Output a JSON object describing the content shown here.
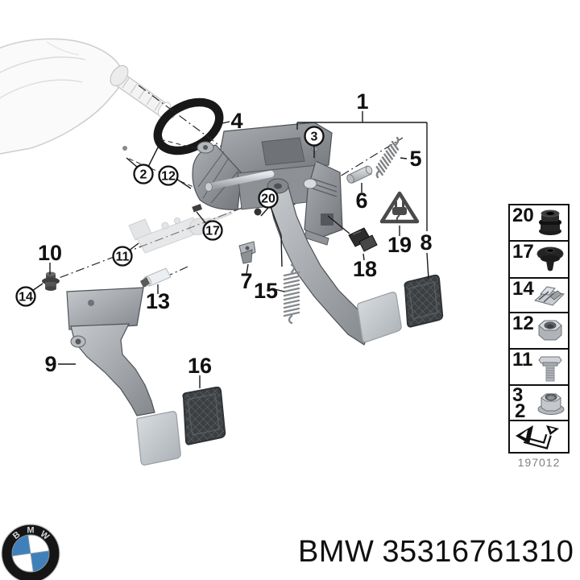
{
  "callouts": {
    "n1": "1",
    "n2": "2",
    "n3": "3",
    "n4": "4",
    "n5": "5",
    "n6": "6",
    "n7": "7",
    "n8": "8",
    "n9": "9",
    "n10": "10",
    "n11": "11",
    "n12": "12",
    "n13": "13",
    "n14": "14",
    "n15": "15",
    "n16": "16",
    "n17": "17",
    "n18": "18",
    "n19": "19",
    "n20": "20"
  },
  "legend": {
    "rows": [
      {
        "label": "20",
        "icon": "grommet-icon"
      },
      {
        "label": "17",
        "icon": "plug-cap-icon"
      },
      {
        "label": "14",
        "icon": "spring-clip-icon"
      },
      {
        "label": "12",
        "icon": "hex-nut-icon"
      },
      {
        "label": "11",
        "icon": "hex-bolt-icon"
      },
      {
        "label": "3",
        "label2": "2",
        "icon": "flange-nut-icon"
      },
      {
        "label": "",
        "icon": "continue-arrow-icon"
      }
    ],
    "caption": "197012"
  },
  "footer": {
    "brand": "BMW",
    "part_number": "35316761310"
  },
  "logo": {
    "letters": [
      "B",
      "M",
      "W"
    ]
  },
  "colors": {
    "bmw_blue": "#3f80ba",
    "line_black": "#1a1a1a",
    "part_gray": "#9b9fa3",
    "pad_dark": "#3b3f42"
  }
}
